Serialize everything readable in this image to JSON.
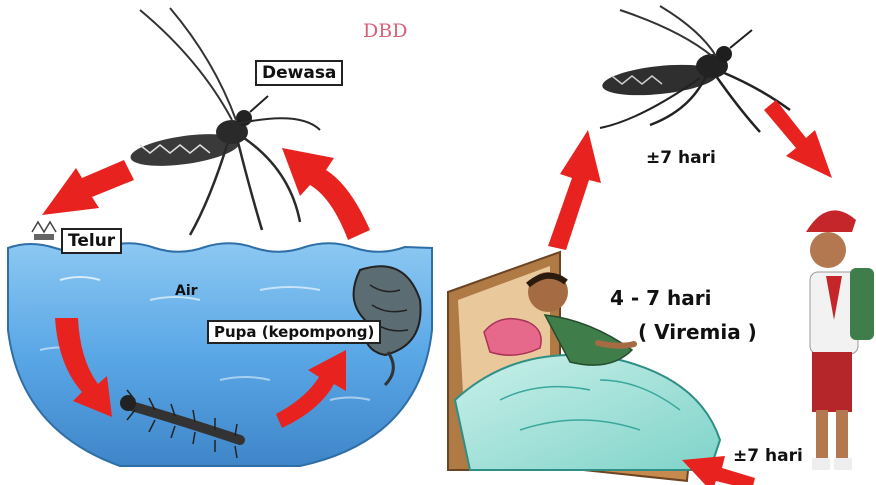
{
  "title": "DBD",
  "colors": {
    "title": "#d8617a",
    "arrow": "#e8221f",
    "water": "#5aa7e6",
    "mosquito": "#2a2a2a"
  },
  "left_cycle": {
    "adult": "Dewasa",
    "egg": "Telur",
    "water": "Air",
    "pupa": "Pupa (kepompong)"
  },
  "right_cycle": {
    "top_days": "±7 hari",
    "viremia_days": "4 - 7 hari",
    "viremia": "( Viremia )",
    "bottom_days": "±7 hari"
  }
}
